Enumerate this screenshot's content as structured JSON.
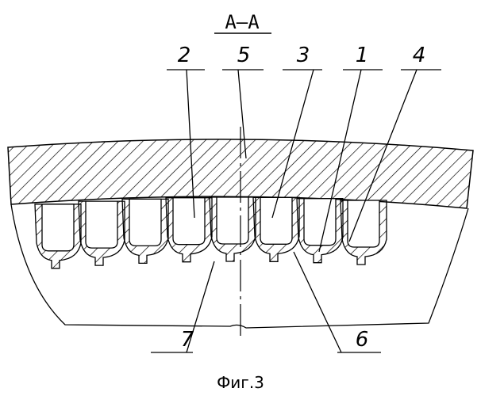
{
  "figure": {
    "section_title": "A–A",
    "caption": "Фиг.3",
    "labels": {
      "l2": "2",
      "l5": "5",
      "l3": "3",
      "l1": "1",
      "l4": "4",
      "l7": "7",
      "l6": "6"
    }
  }
}
